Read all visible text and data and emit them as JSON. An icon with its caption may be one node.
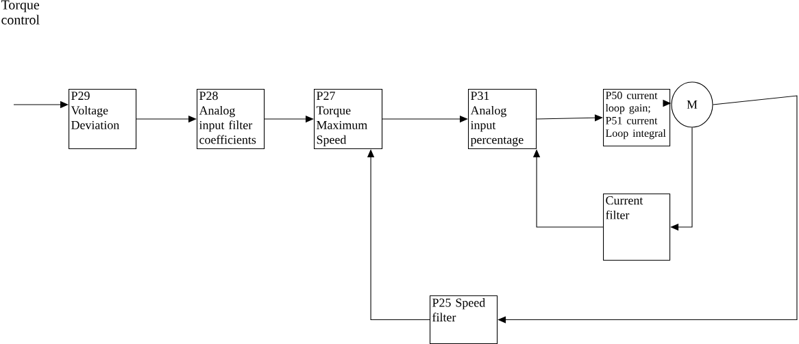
{
  "diagram": {
    "nodes": [
      {
        "text": [
          "P29 Voltage Deviation"
        ]
      },
      {
        "text": [
          "P28 Analog input filter coefficients"
        ]
      },
      {
        "text": [
          "P27 Torque Maximum Speed"
        ]
      },
      {
        "text": [
          "P31 Analog input percentage"
        ]
      },
      {
        "text": [
          "P50 current loop gain;",
          "P51 current Loop integral"
        ]
      },
      {
        "text": [
          "M"
        ]
      },
      {
        "text": [
          "Current filter"
        ]
      },
      {
        "text": [
          "P25 Speed filter"
        ]
      }
    ],
    "edges": [
      {
        "from": null,
        "to": 0,
        "arrow": "to"
      },
      {
        "from": 0,
        "to": 1,
        "arrow": "to"
      },
      {
        "from": 1,
        "to": 2,
        "arrow": "to"
      },
      {
        "from": 2,
        "to": 3,
        "arrow": "to"
      },
      {
        "from": 3,
        "to": 4,
        "arrow": "to"
      },
      {
        "from": 4,
        "to": 5,
        "arrow": "to"
      },
      {
        "from": 5,
        "to": 6,
        "arrow": "to"
      },
      {
        "from": 6,
        "to": 3,
        "arrow": "to"
      },
      {
        "from": 5,
        "to": 7,
        "arrow": "to"
      },
      {
        "from": 7,
        "to": 2,
        "arrow": "to"
      }
    ],
    "labels": [
      "Torque control"
    ]
  }
}
